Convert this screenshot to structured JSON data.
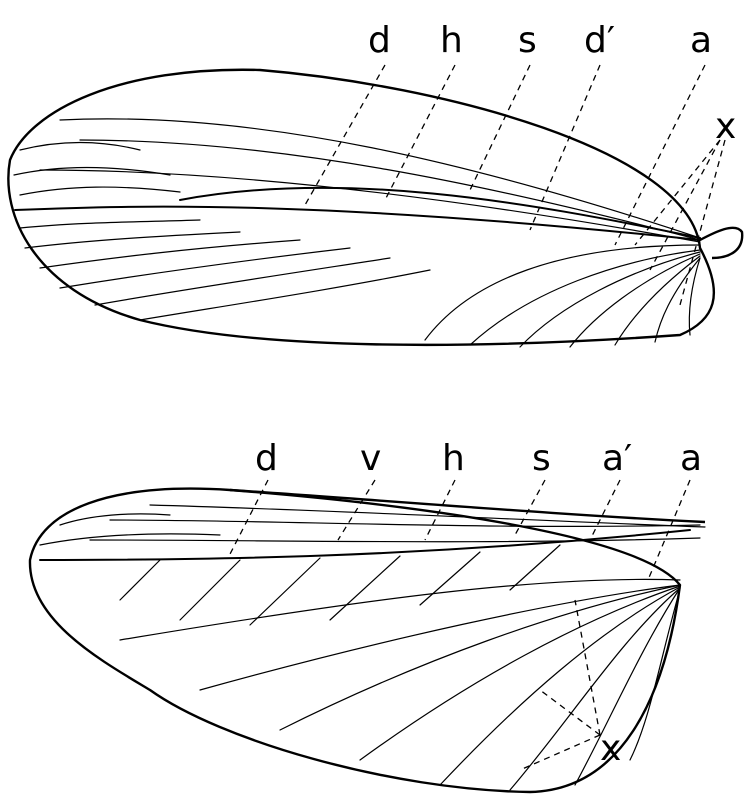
{
  "upper_wing": {
    "labels": [
      "d",
      "h",
      "s",
      "d′",
      "a",
      "x"
    ]
  },
  "lower_wing": {
    "labels": [
      "d",
      "v",
      "h",
      "s",
      "a′",
      "a",
      "x"
    ]
  }
}
